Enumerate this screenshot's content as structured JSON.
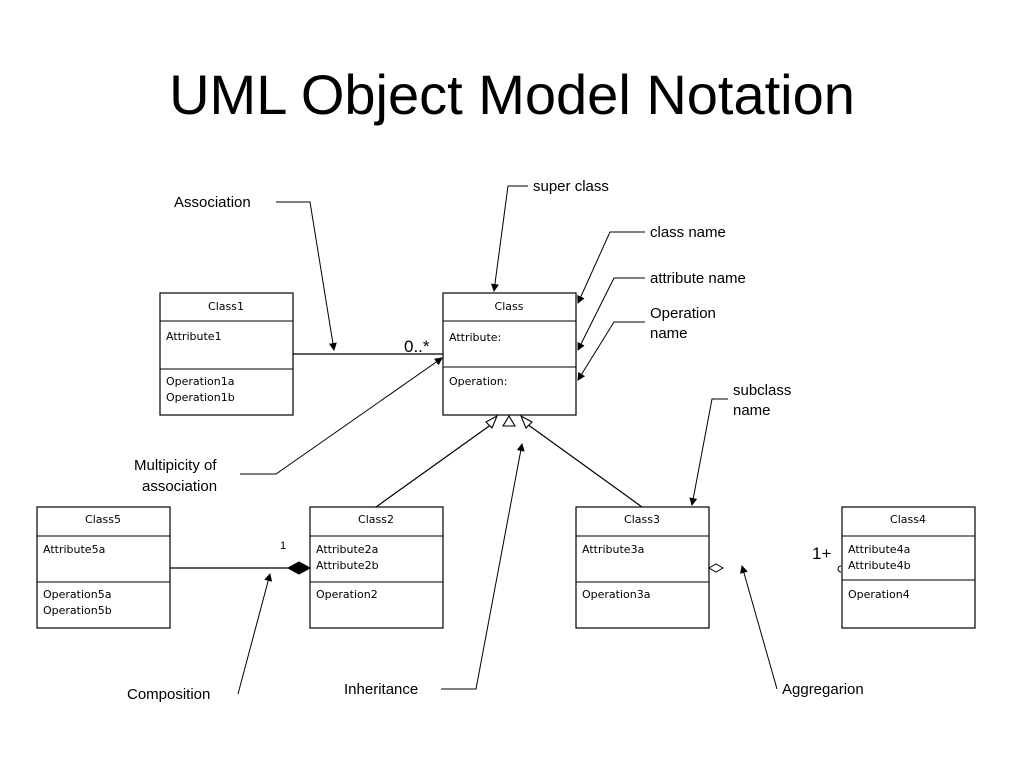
{
  "title": "UML Object Model Notation",
  "classes": {
    "cls": {
      "name": "Class",
      "attrs": [
        "Attribute:"
      ],
      "ops": [
        "Operation:"
      ]
    },
    "class1": {
      "name": "Class1",
      "attrs": [
        "Attribute1"
      ],
      "ops": [
        "Operation1a",
        "Operation1b"
      ]
    },
    "class2": {
      "name": "Class2",
      "attrs": [
        "Attribute2a",
        "Attribute2b"
      ],
      "ops": [
        "Operation2"
      ]
    },
    "class3": {
      "name": "Class3",
      "attrs": [
        "Attribute3a"
      ],
      "ops": [
        "Operation3a"
      ]
    },
    "class4": {
      "name": "Class4",
      "attrs": [
        "Attribute4a",
        "Attribute4b"
      ],
      "ops": [
        "Operation4"
      ]
    },
    "class5": {
      "name": "Class5",
      "attrs": [
        "Attribute5a"
      ],
      "ops": [
        "Operation5a",
        "Operation5b"
      ]
    }
  },
  "labels": {
    "association": "Association",
    "super_class": "super class",
    "class_name": "class name",
    "attribute_name": "attribute name",
    "operation_name_line1": "Operation",
    "operation_name_line2": "name",
    "subclass_name_line1": "subclass",
    "subclass_name_line2": "name",
    "multiplicity_line1": "Multipicity of",
    "multiplicity_line2": "association",
    "composition": "Composition",
    "inheritance": "Inheritance",
    "aggregation": "Aggregarion"
  },
  "multiplicities": {
    "assoc": "0..*",
    "composition": "1",
    "aggregation": "1+"
  }
}
